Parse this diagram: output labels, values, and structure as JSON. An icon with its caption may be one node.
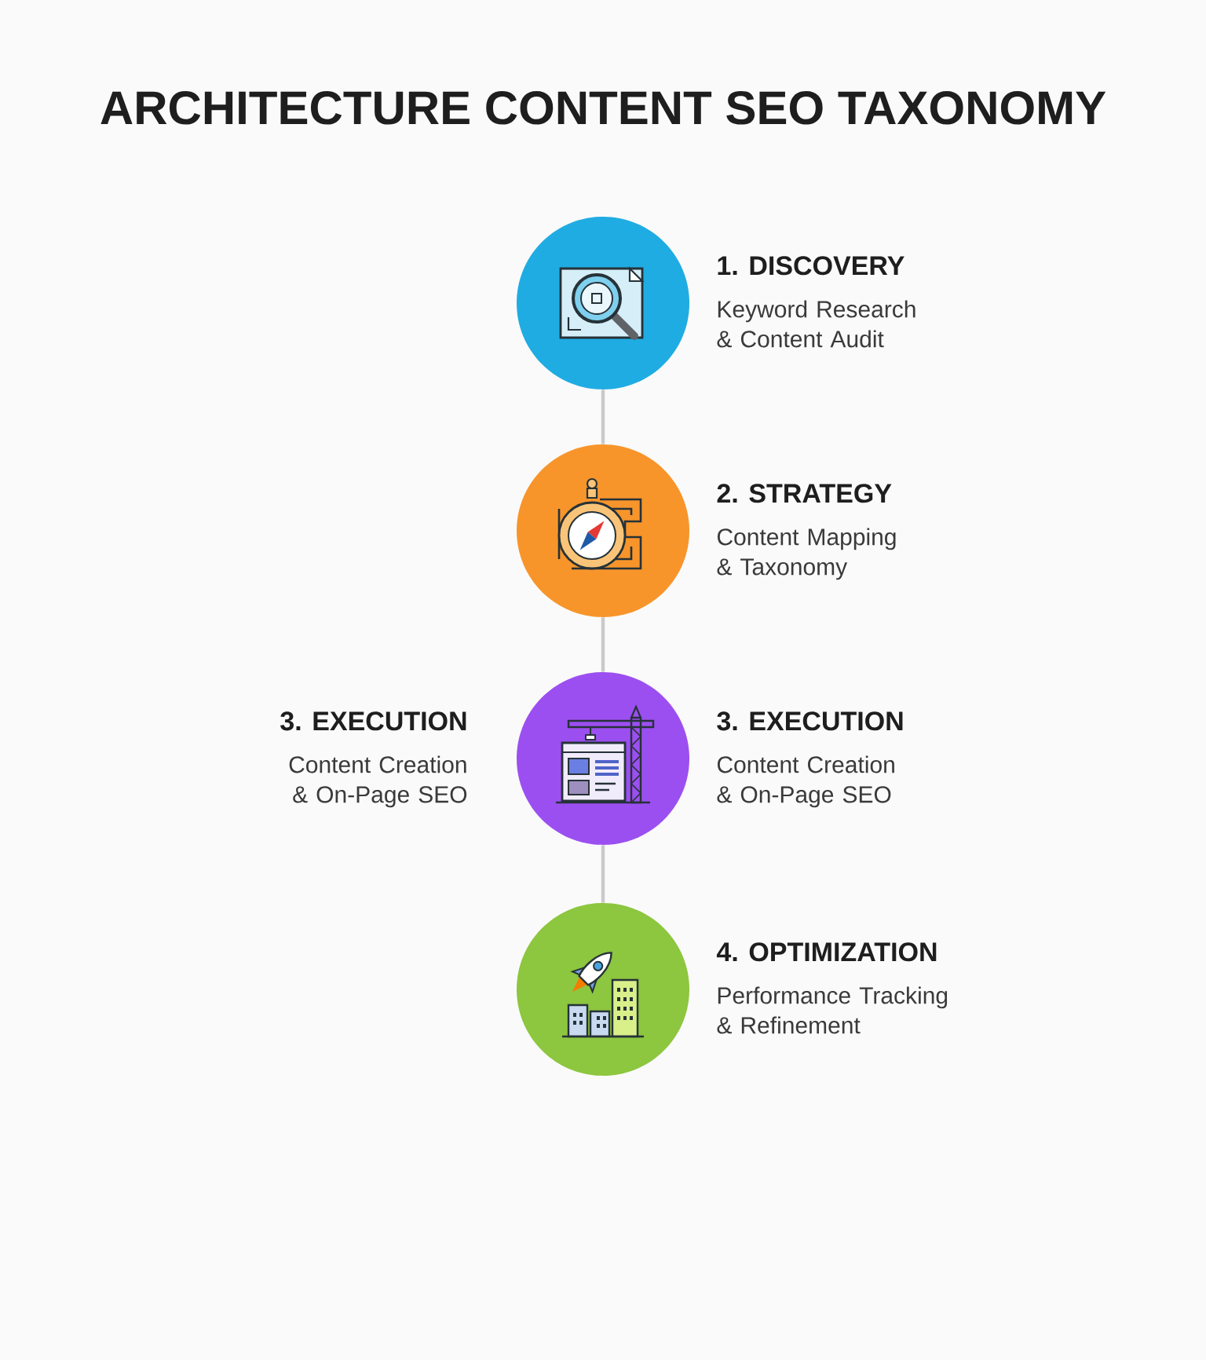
{
  "diagram": {
    "title": "ARCHITECTURE CONTENT SEO TAXONOMY",
    "nodes": [
      {
        "text": [
          "1. DISCOVERY",
          "Keyword Research & Content Audit"
        ]
      },
      {
        "text": [
          "2. STRATEGY",
          "Content Mapping & Taxonomy"
        ]
      },
      {
        "text": [
          "3. EXECUTION",
          "Content Creation & On-Page SEO"
        ],
        "beside": [
          "3. EXECUTION",
          "Content Creation & On-Page SEO"
        ]
      },
      {
        "text": [
          "4. OPTIMIZATION",
          "Performance Tracking & Refinement"
        ]
      }
    ],
    "edges": [
      {
        "from": 0,
        "to": 1,
        "arrow": "none"
      },
      {
        "from": 1,
        "to": 2,
        "arrow": "none"
      },
      {
        "from": 2,
        "to": 3,
        "arrow": "none"
      }
    ]
  }
}
